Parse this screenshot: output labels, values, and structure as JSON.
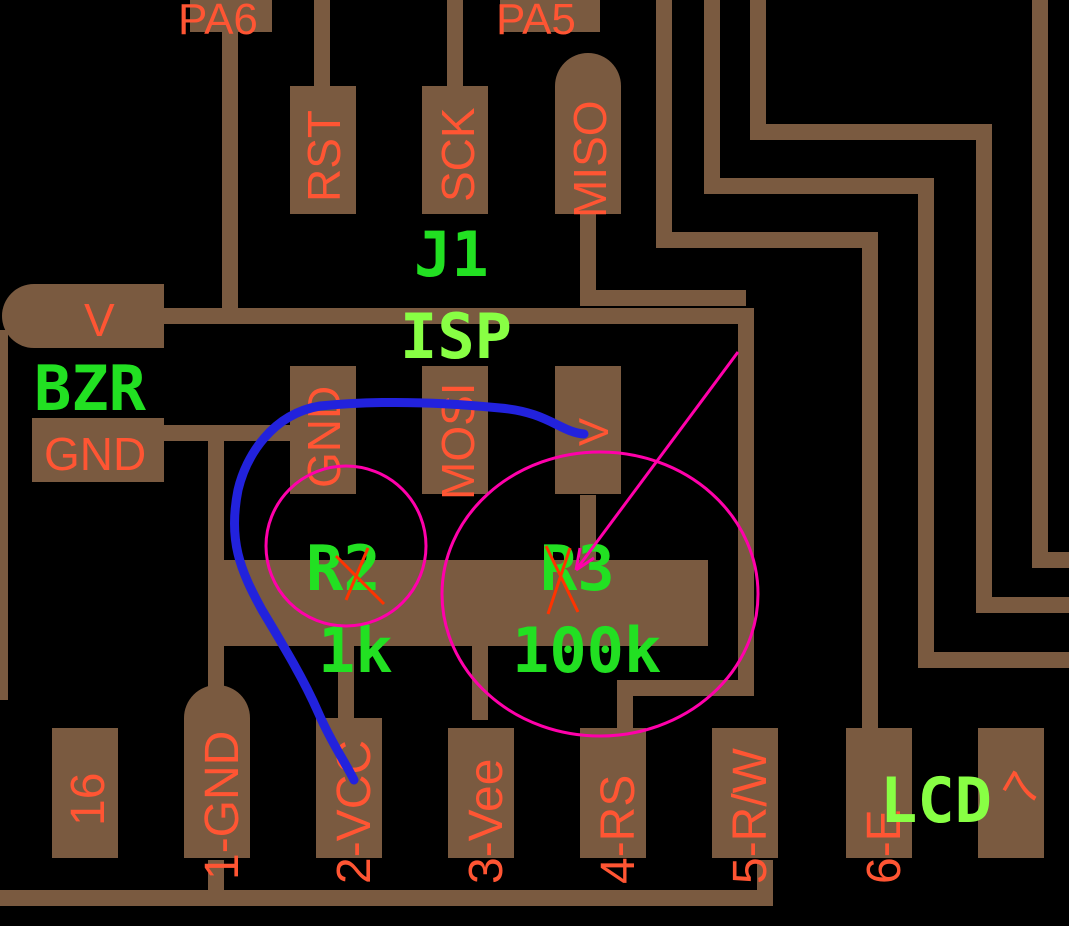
{
  "colors": {
    "background": "#000000",
    "copper": "#7a5a40",
    "pad_text": "#ff5533",
    "designator": "#22e022",
    "designator_light": "#88ff44",
    "marker_circle": "#ff00aa",
    "marker_arrow": "#ff00aa",
    "marker_cross": "#ff3300",
    "wire_annotation": "#2222dd"
  },
  "top_labels": {
    "pa6": "PA6",
    "pa5": "PA5"
  },
  "isp_header": {
    "designator": "J1",
    "value": "ISP",
    "pins": {
      "rst": "RST",
      "sck": "SCK",
      "miso": "MISO",
      "gnd": "GND",
      "mosi": "MOSI",
      "v": "V"
    }
  },
  "buzzer": {
    "designator": "BZR",
    "pin_v": "V",
    "pin_gnd": "GND"
  },
  "resistor_r2": {
    "designator": "R2",
    "value": "1k"
  },
  "resistor_r3": {
    "designator": "R3",
    "value": "100k"
  },
  "lcd": {
    "designator": "LCD",
    "pins": {
      "p16": "16",
      "p1": "1-GND",
      "p2": "2-VCC",
      "p3": "3-Vee",
      "p4": "4-RS",
      "p5": "5-R/W",
      "p6": "6-E",
      "p7": "7"
    }
  }
}
